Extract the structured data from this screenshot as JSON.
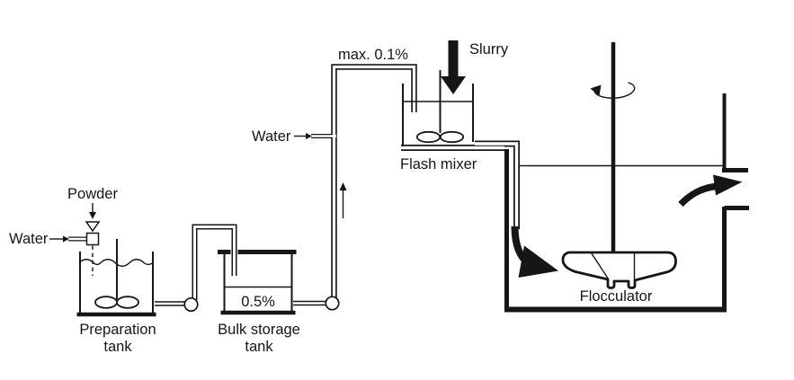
{
  "colors": {
    "ink": "#161616",
    "background": "#ffffff"
  },
  "components": {
    "powder_feed": {
      "powder_label": "Powder",
      "water_label": "Water"
    },
    "preparation_tank": {
      "label_line1": "Preparation",
      "label_line2": "tank"
    },
    "bulk_storage_tank": {
      "label_line1": "Bulk storage",
      "label_line2": "tank",
      "concentration": "0.5%"
    },
    "dosing_line": {
      "water_label": "Water",
      "max_concentration_label": "max. 0.1%"
    },
    "flash_mixer": {
      "label": "Flash mixer",
      "slurry_label": "Slurry"
    },
    "flocculator": {
      "label": "Flocculator"
    }
  }
}
